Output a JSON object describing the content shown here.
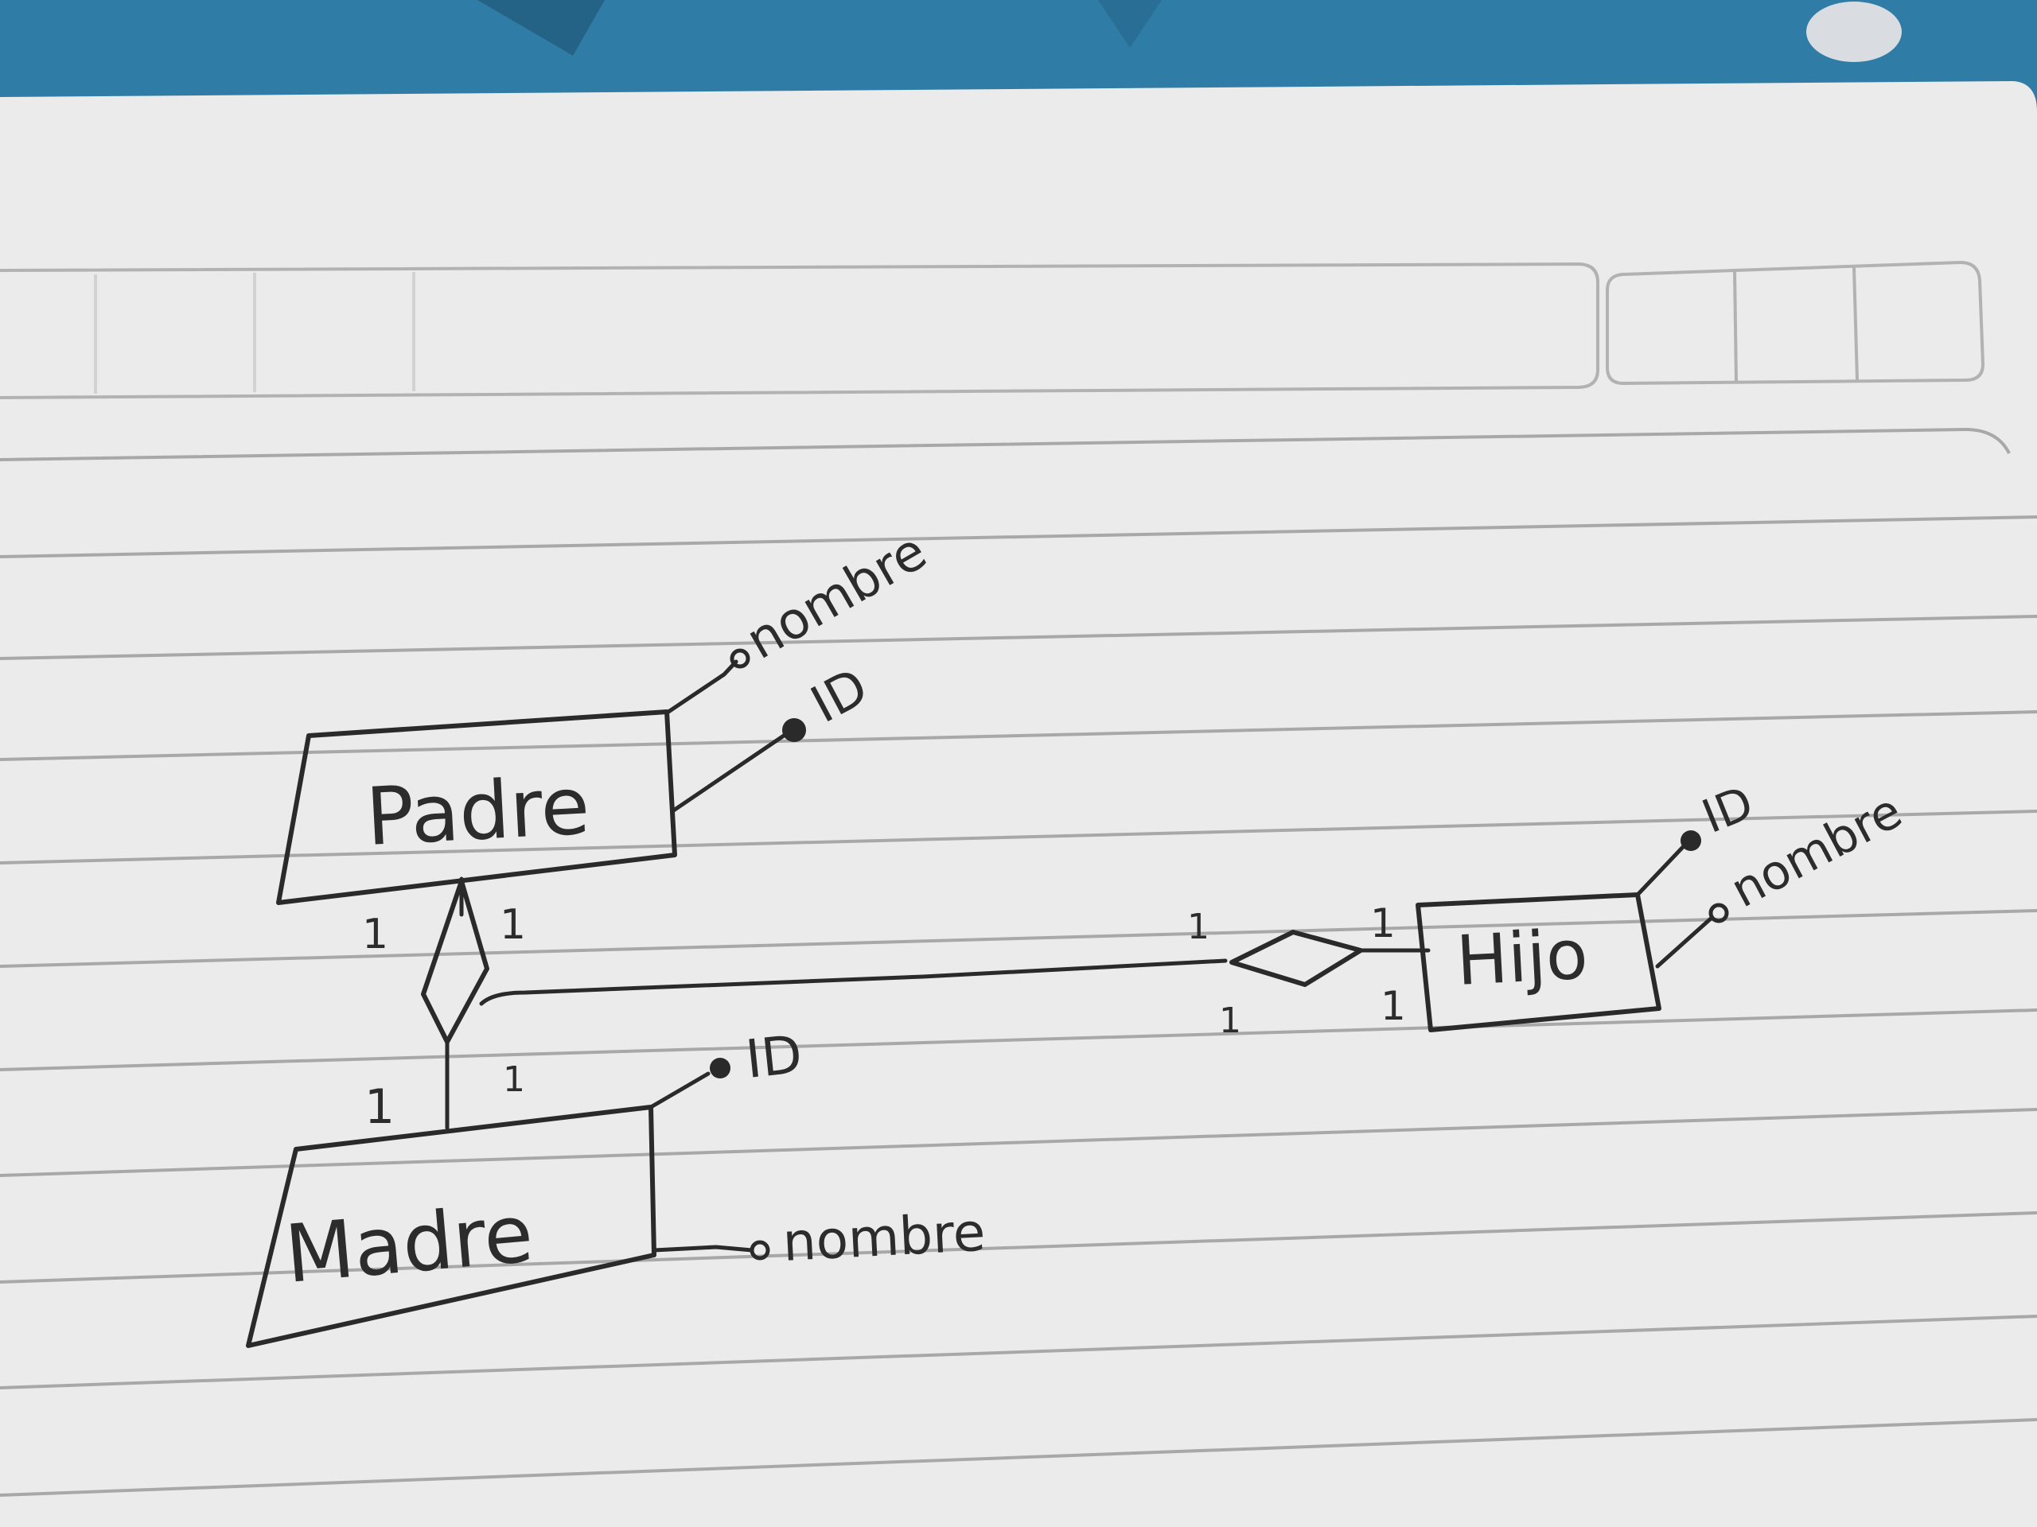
{
  "diagram": {
    "entities": {
      "padre": "Padre",
      "madre": "Madre",
      "hijo": "Hijo"
    },
    "attributes": {
      "padre_nombre": "nombre",
      "padre_id": "ID",
      "madre_id": "ID",
      "madre_nombre": "nombre",
      "hijo_id": "ID",
      "hijo_nombre": "nombre"
    },
    "cardinalities": {
      "padre_left": "1",
      "padre_right": "1",
      "madre_left": "1",
      "madre_right": "1",
      "rel_left_top": "1",
      "rel_left_bottom": "1",
      "hijo_top": "1",
      "hijo_bottom": "1"
    }
  },
  "colors": {
    "ink": "#2a2a2a",
    "paper": "#ebebeb",
    "rule_line": "#a9a9a9",
    "background": "#2f7aa3"
  }
}
